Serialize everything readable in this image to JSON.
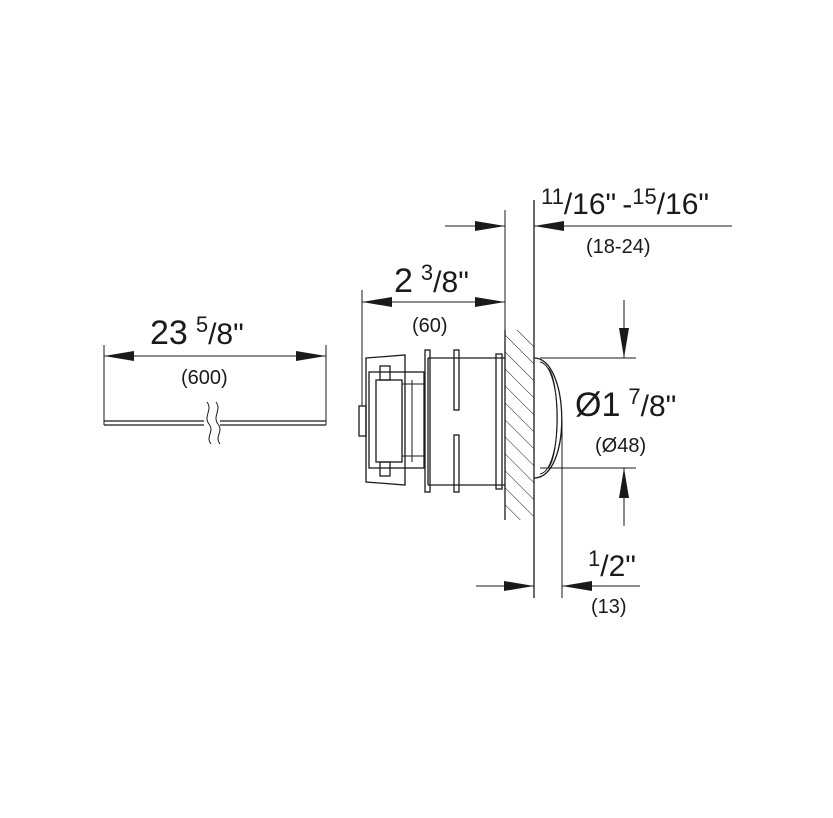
{
  "dimensions": {
    "hose_length": {
      "whole": "23",
      "num": "5",
      "den": "/8\"",
      "metric": "(600)"
    },
    "body_depth": {
      "whole": "2",
      "num": "3",
      "den": "/8\"",
      "metric": "(60)"
    },
    "wall_thickness": {
      "num1": "11",
      "den1": "/16\"",
      "dash": "-",
      "num2": "15",
      "den2": "/16\"",
      "metric": "(18-24)"
    },
    "button_diameter": {
      "whole": "Ø1",
      "num": "7",
      "den": "/8\"",
      "metric": "(Ø48)"
    },
    "button_projection": {
      "num": "1",
      "den": "/2\"",
      "metric": "(13)"
    }
  }
}
